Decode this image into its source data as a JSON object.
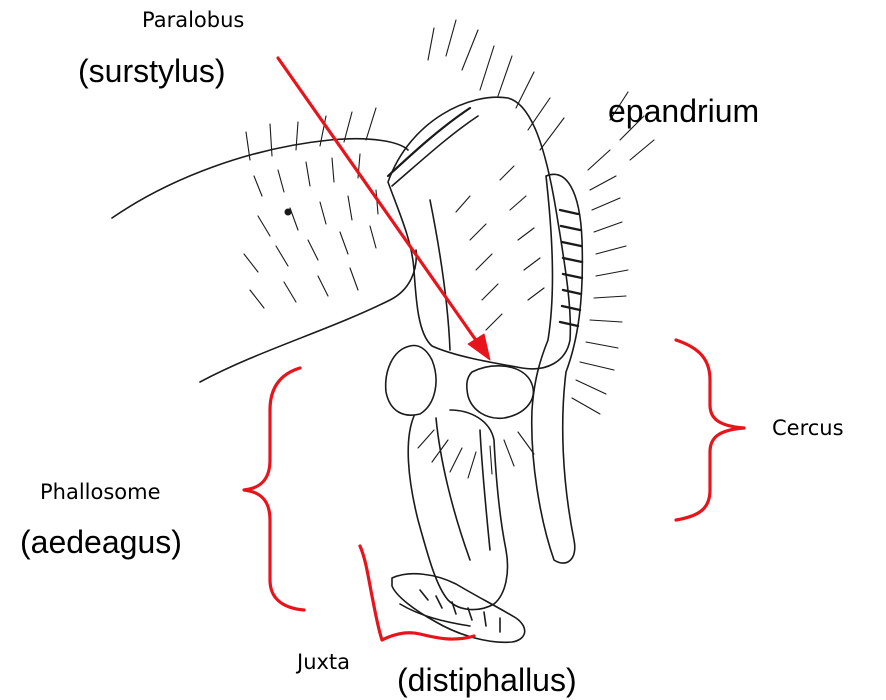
{
  "labels": {
    "paralobus": "Paralobus",
    "surstylus": "(surstylus)",
    "epandrium": "epandrium",
    "cercus": "Cercus",
    "phallosome": "Phallosome",
    "aedeagus": "(aedeagus)",
    "juxta": "Juxta",
    "distiphallus": "(distiphallus)"
  },
  "colors": {
    "annotation": "#e8141b",
    "ink": "#1a1a1a"
  },
  "structures": [
    "paralobus-arrow",
    "cercus-brace",
    "phallosome-brace",
    "juxta-brace"
  ]
}
